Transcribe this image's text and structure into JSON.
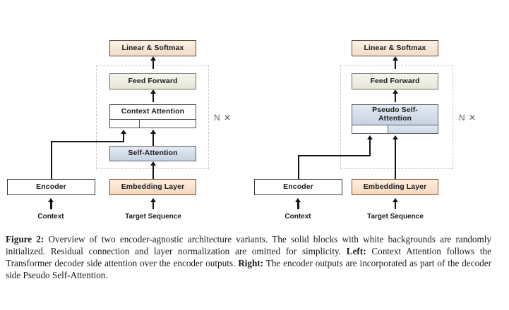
{
  "figure": {
    "label": "Figure 2:",
    "caption_parts": [
      {
        "text": "Figure 2:",
        "bold": true
      },
      {
        "text": " Overview of two encoder-agnostic architecture variants.  The solid blocks with white backgrounds are randomly initialized.  Residual connection and layer normalization are omitted for simplicity.  ",
        "bold": false
      },
      {
        "text": "Left:",
        "bold": true
      },
      {
        "text": " Context Attention follows the Transformer decoder side attention over the encoder outputs.  ",
        "bold": false
      },
      {
        "text": "Right:",
        "bold": true
      },
      {
        "text": " The encoder outputs are incorporated as part of the decoder side Pseudo Self-Attention.",
        "bold": false
      }
    ],
    "caption_plain": "Figure 2:  Overview of two encoder-agnostic architecture variants.  The solid blocks with white backgrounds are randomly initialized.  Residual connection and layer normalization are omitted for simplicity.  Left:  Context Attention follows the Transformer decoder side attention over the encoder outputs.  Right:  The encoder outputs are incorporated as part of the decoder side Pseudo Self-Attention."
  },
  "colors": {
    "softmax_fill": "#f6e5d4",
    "softmax_border": "#6b4a33",
    "feedforward_fill": "#ecece0",
    "feedforward_border": "#6e6e62",
    "attention_white_fill": "#ffffff",
    "attention_white_border": "#4f4f4f",
    "selfattention_fill": "#d2dce9",
    "selfattention_border": "#5a6170",
    "encoder_fill": "#ffffff",
    "encoder_border": "#3a3a3a",
    "embedding_fill": "#fae0cb",
    "embedding_border": "#7a4f31",
    "dashed_box_border": "#c9c9c9",
    "wire": "#141414",
    "nx_text": "#5d5d5d"
  },
  "left_diagram": {
    "title": "Context Attention variant",
    "blocks": {
      "linear_softmax": "Linear & Softmax",
      "feed_forward": "Feed Forward",
      "context_attention": "Context Attention",
      "self_attention": "Self-Attention",
      "encoder": "Encoder",
      "embedding_layer": "Embedding Layer"
    },
    "inputs": {
      "context": "Context",
      "target_sequence": "Target Sequence"
    },
    "repeat_label": "N ✕"
  },
  "right_diagram": {
    "title": "Pseudo Self-Attention variant",
    "blocks": {
      "linear_softmax": "Linear & Softmax",
      "feed_forward": "Feed Forward",
      "pseudo_self_attention_line1": "Pseudo Self-",
      "pseudo_self_attention_line2": "Attention",
      "encoder": "Encoder",
      "embedding_layer": "Embedding Layer"
    },
    "inputs": {
      "context": "Context",
      "target_sequence": "Target Sequence"
    },
    "repeat_label": "N ✕"
  }
}
